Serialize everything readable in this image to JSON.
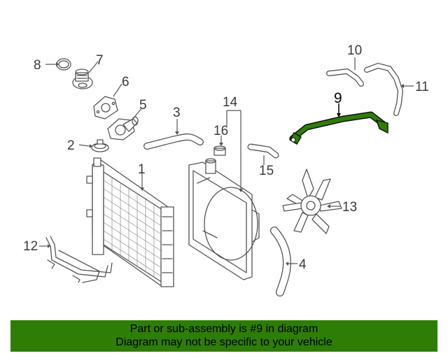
{
  "callouts": {
    "n1": "1",
    "n2": "2",
    "n3": "3",
    "n4": "4",
    "n5": "5",
    "n6": "6",
    "n7": "7",
    "n8": "8",
    "n9": "9",
    "n10": "10",
    "n11": "11",
    "n12": "12",
    "n13": "13",
    "n14": "14",
    "n15": "15",
    "n16": "16"
  },
  "highlight": {
    "part": "9",
    "color": "#2e7d07"
  },
  "banner": {
    "line1": "Part or sub-assembly is #9 in diagram",
    "line2": "Diagram may not be specific to your vehicle",
    "color": "#2e7d07"
  }
}
